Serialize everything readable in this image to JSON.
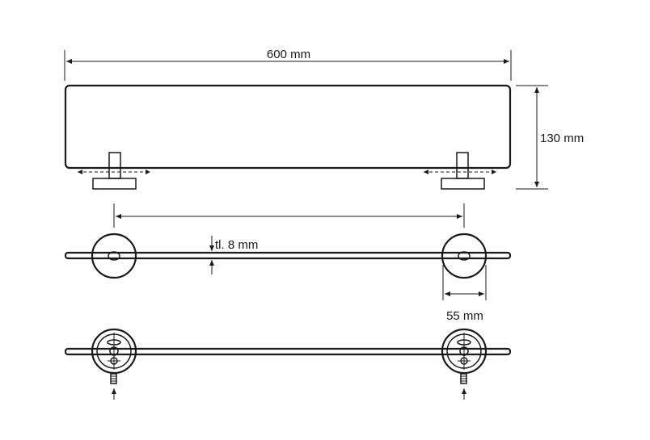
{
  "dimensions": {
    "width_label": "600 mm",
    "height_label": "130 mm",
    "thickness_label": "tl. 8 mm",
    "flange_label": "55 mm"
  }
}
